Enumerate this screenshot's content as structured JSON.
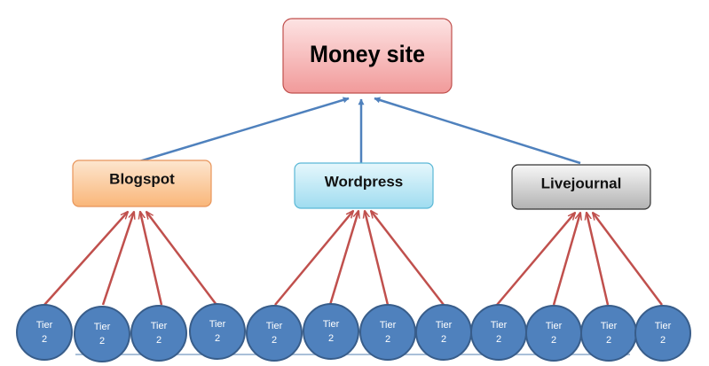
{
  "money_site": {
    "label": "Money site"
  },
  "tier1": [
    {
      "label": "Blogspot"
    },
    {
      "label": "Wordpress"
    },
    {
      "label": "Livejournal"
    }
  ],
  "tier2": [
    {
      "line1": "Tier",
      "line2": "2"
    },
    {
      "line1": "Tier",
      "line2": "2"
    },
    {
      "line1": "Tier",
      "line2": "2"
    },
    {
      "line1": "Tier",
      "line2": "2"
    },
    {
      "line1": "Tier",
      "line2": "2"
    },
    {
      "line1": "Tier",
      "line2": "2"
    },
    {
      "line1": "Tier",
      "line2": "2"
    },
    {
      "line1": "Tier",
      "line2": "2"
    },
    {
      "line1": "Tier",
      "line2": "2"
    },
    {
      "line1": "Tier",
      "line2": "2"
    },
    {
      "line1": "Tier",
      "line2": "2"
    },
    {
      "line1": "Tier",
      "line2": "2"
    }
  ],
  "colors": {
    "tier1_arrow": "#4f81bd",
    "tier2_arrow": "#c0504d",
    "tier2_fill": "#4f81bd",
    "tier2_stroke": "#385d8a",
    "money_fill": "#f4b8b8",
    "money_stroke": "#c0504d",
    "blogspot_fill": "#fbc99a",
    "wordpress_fill": "#b7e6f5",
    "livejournal_fill": "#d0d0d0"
  }
}
